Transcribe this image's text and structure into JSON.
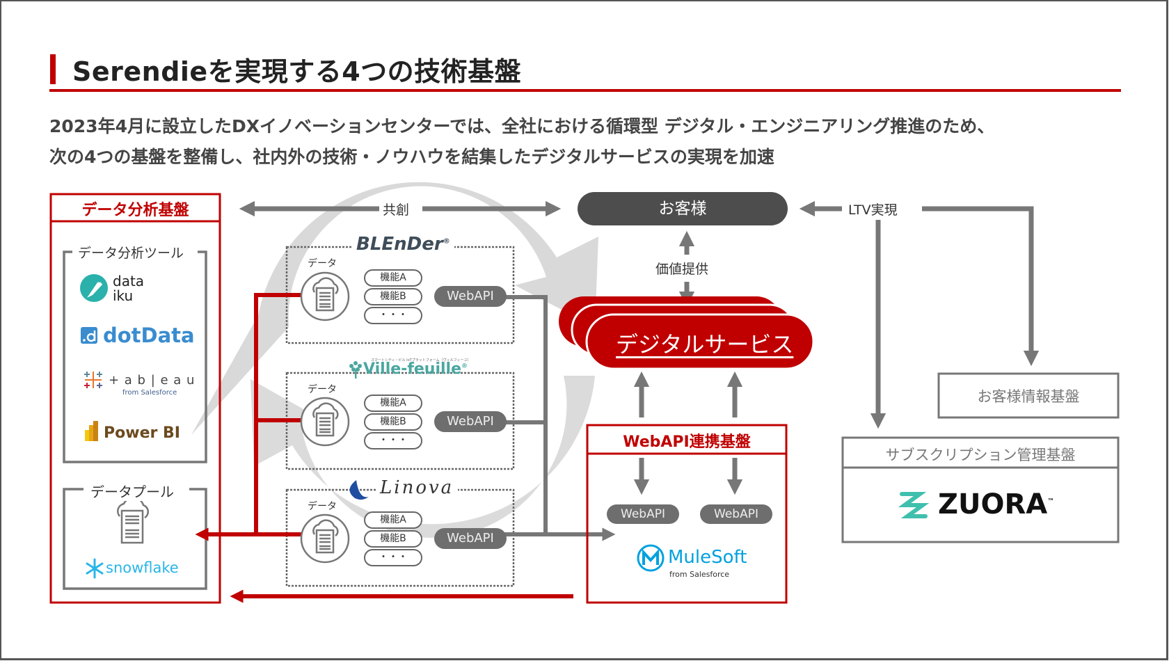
{
  "page": {
    "title": "Serendieを実現する4つの技術基盤",
    "lead_line1": "2023年4月に設立したDXイノベーションセンターでは、全社における循環型 デジタル・エンジニアリング推進のため、",
    "lead_line2": "次の4つの基盤を整備し、社内外の技術・ノウハウを結集したデジタルサービスの実現を加速"
  },
  "colors": {
    "accent_red": "#c00000",
    "dark_gray": "#4d4d4d",
    "mid_gray": "#777777",
    "swirl_gray": "#d9d9d9"
  },
  "data_analysis": {
    "heading": "データ分析基盤",
    "tools_label": "データ分析ツール",
    "tools": [
      {
        "name": "dataiku",
        "line1": "data",
        "line2": "iku",
        "icon": "dataiku-bird-icon",
        "color": "#2ab1ac"
      },
      {
        "name": "dotData",
        "text": "dotData",
        "icon": "dotdata-icon",
        "color": "#3a8ccf"
      },
      {
        "name": "tableau",
        "text": "+ a b | e a u",
        "sub": "from Salesforce",
        "icon": "tableau-cross-icon"
      },
      {
        "name": "Power BI",
        "text": "Power BI",
        "icon": "powerbi-bars-icon",
        "color": "#6b4a1e"
      }
    ],
    "pool_label": "データプール",
    "pool_logo": "snowflake",
    "pool_icon": "cloud-server-icon"
  },
  "co_creation_label": "共創",
  "platforms": [
    {
      "logo": "BLEnDer",
      "logo_mark": "®",
      "data_label": "データ",
      "features": [
        "機能A",
        "機能B",
        "・・・"
      ],
      "api": "WebAPI"
    },
    {
      "logo": "Ville-feuille",
      "logo_mark": "®",
      "logo_sub": "スマートシティ・ビル IoTプラットフォーム［ヴィルフィーユ］",
      "data_label": "データ",
      "features": [
        "機能A",
        "機能B",
        "・・・"
      ],
      "api": "WebAPI"
    },
    {
      "logo": "Linova",
      "data_label": "データ",
      "features": [
        "機能A",
        "機能B",
        "・・・"
      ],
      "api": "WebAPI"
    }
  ],
  "customer": {
    "label": "お客様",
    "value_label": "価値提供",
    "ltv_label": "LTV実現"
  },
  "digital_service": {
    "label": "デジタルサービス"
  },
  "webapi_platform": {
    "heading": "WebAPI連携基盤",
    "apis": [
      "WebAPI",
      "WebAPI"
    ],
    "logo": "MuleSoft",
    "logo_sub": "from Salesforce"
  },
  "customer_info": {
    "label": "お客様情報基盤"
  },
  "subscription": {
    "heading": "サブスクリプション管理基盤",
    "logo": "ZUORA",
    "logo_mark": "™"
  }
}
